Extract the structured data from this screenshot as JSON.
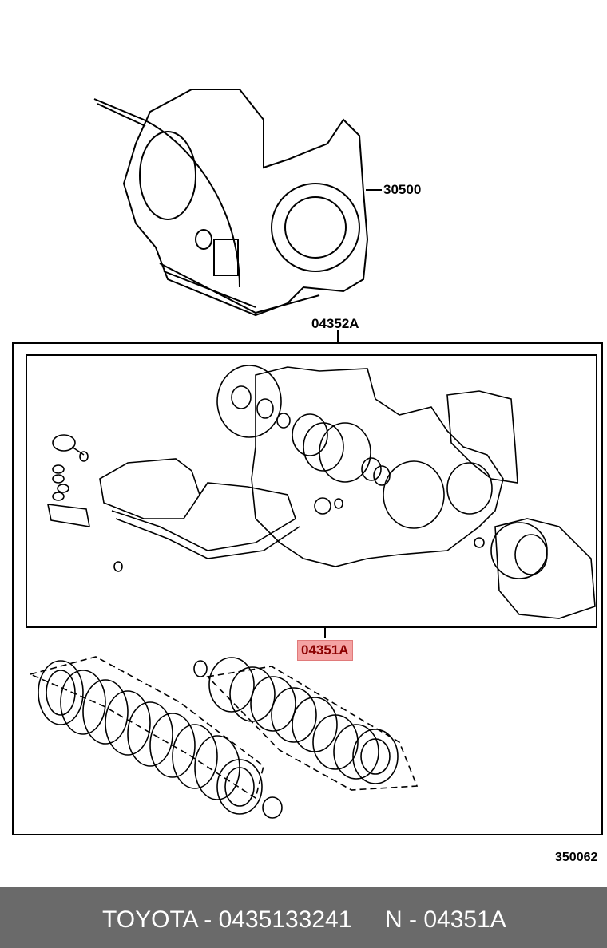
{
  "callouts": {
    "transmission_assy": "30500",
    "gasket_kit_outer": "04352A",
    "gasket_kit_inner": "04351A",
    "page_code": "350062"
  },
  "footer": {
    "brand_and_part": "TOYOTA - 0435133241",
    "ref": "N - 04351A"
  },
  "colors": {
    "footer_bg": "#6a6a6a",
    "highlight_bg": "#f4a3a3",
    "highlight_text": "#8b0000"
  }
}
